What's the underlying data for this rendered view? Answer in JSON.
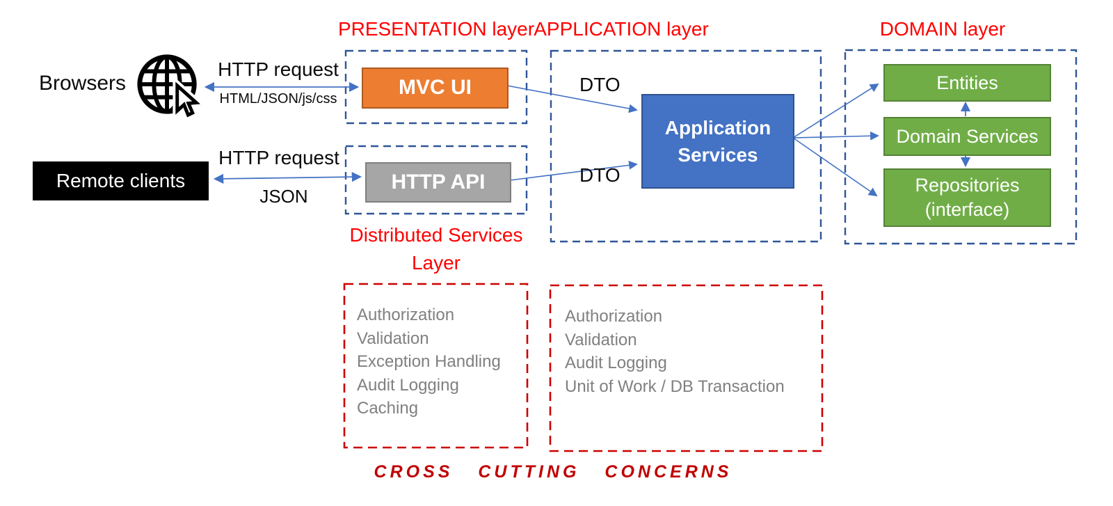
{
  "diagram": {
    "titles": {
      "presentation": "PRESENTATION layer",
      "application": "APPLICATION layer",
      "domain": "DOMAIN layer",
      "distributed_services_line1": "Distributed Services",
      "distributed_services_line2": "Layer",
      "cross_cutting": "CROSS CUTTING CONCERNS"
    },
    "actors": {
      "browsers": "Browsers",
      "remote_clients": "Remote clients"
    },
    "edges": {
      "browsers_request": "HTTP request",
      "browsers_response": "HTML/JSON/js/css",
      "remote_request": "HTTP request",
      "remote_response": "JSON",
      "dto_top": "DTO",
      "dto_bottom": "DTO"
    },
    "nodes": {
      "mvc_ui": "MVC UI",
      "http_api": "HTTP API",
      "application_services_line1": "Application",
      "application_services_line2": "Services",
      "entities": "Entities",
      "domain_services": "Domain Services",
      "repositories_line1": "Repositories",
      "repositories_line2": "(interface)"
    },
    "concerns": {
      "presentation_layer": [
        "Authorization",
        "Validation",
        "Exception Handling",
        "Audit Logging",
        "Caching"
      ],
      "application_layer": [
        "Authorization",
        "Validation",
        "Audit Logging",
        "Unit of Work / DB Transaction"
      ]
    },
    "icons": {
      "browsers": "globe-with-cursor-icon"
    },
    "colors": {
      "mvc_ui_fill": "#ED7D31",
      "mvc_ui_border": "#AE5A21",
      "http_api_fill": "#A6A6A6",
      "http_api_border": "#7F7F7F",
      "application_services_fill": "#4472C4",
      "application_services_border": "#2F528F",
      "domain_box_fill": "#70AD47",
      "domain_box_border": "#548235",
      "layer_title_red": "#FF0000",
      "red_dashed_border": "#CC0000",
      "cross_cutting_red": "#C00000",
      "blue_dashed_border": "#2F5597",
      "arrow_blue": "#4472C4",
      "concern_text_gray": "#808080"
    }
  }
}
